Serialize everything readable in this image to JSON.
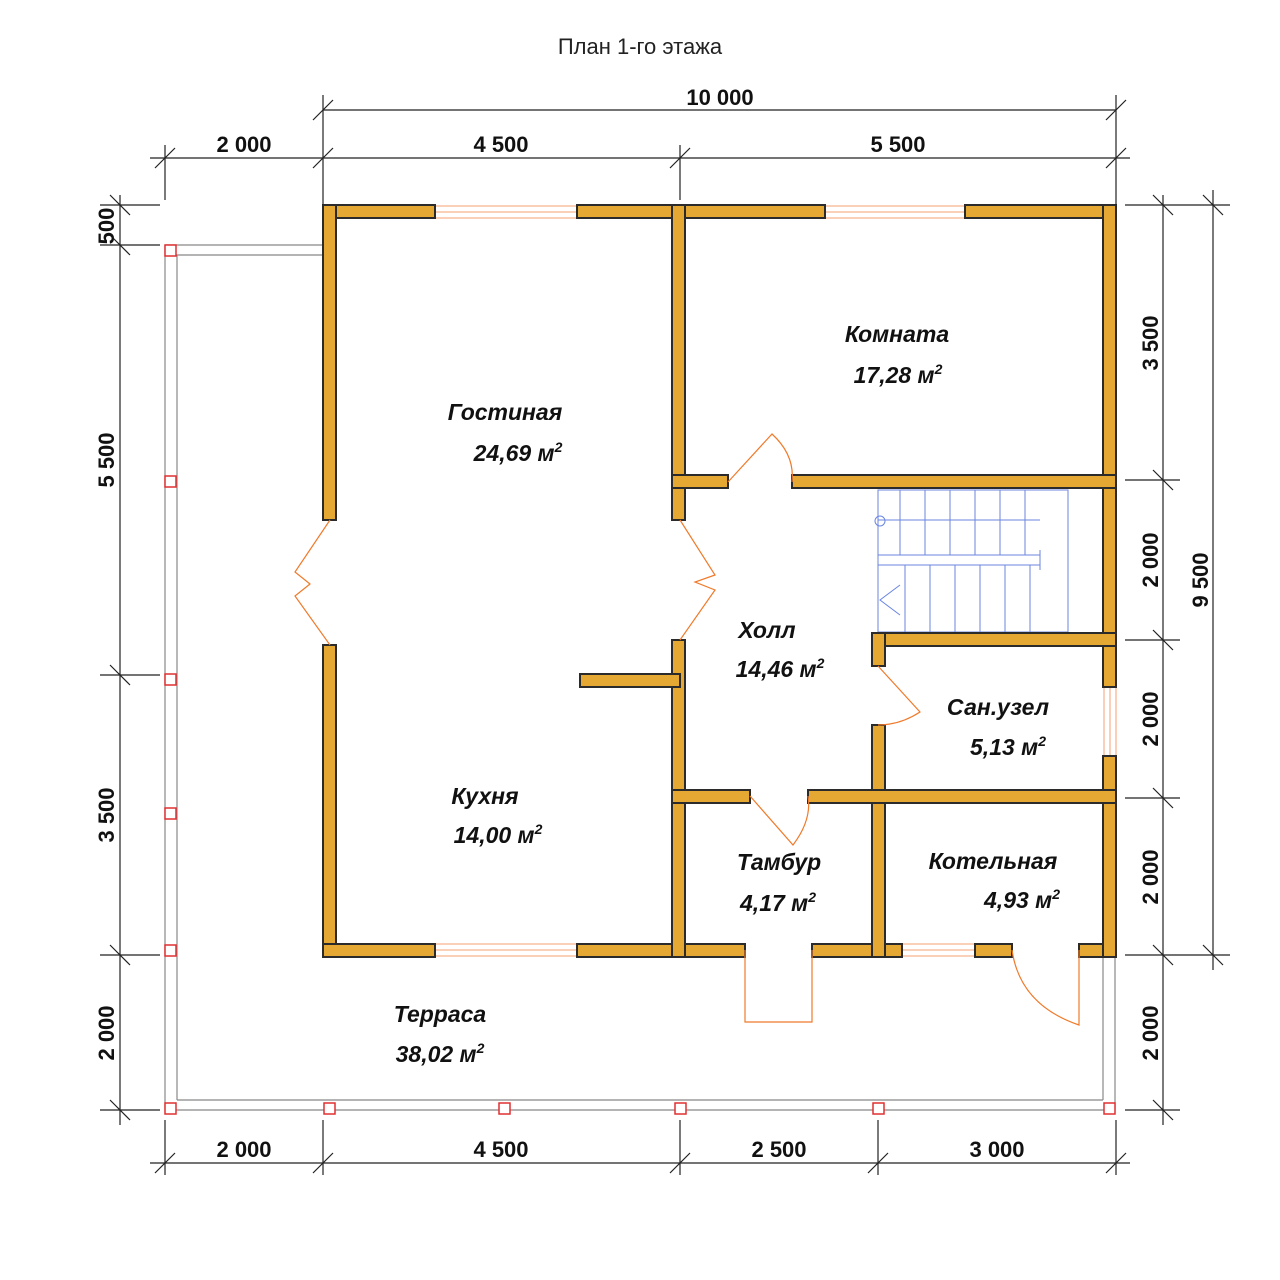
{
  "title": "План 1-го этажа",
  "dimensions": {
    "top_total": "10 000",
    "top_terrace": "2 000",
    "top_left": "4 500",
    "top_right": "5 500",
    "bottom_1": "2 000",
    "bottom_2": "4 500",
    "bottom_3": "2 500",
    "bottom_4": "3 000",
    "left_1": "500",
    "left_2": "5 500",
    "left_3": "3 500",
    "left_4": "2 000",
    "right_1": "3 500",
    "right_2": "2 000",
    "right_3": "2 000",
    "right_4": "2 000",
    "right_5": "2 000",
    "right_total": "9 500"
  },
  "rooms": {
    "komnata": {
      "name": "Комната",
      "area": "17,28 м"
    },
    "gostinaya": {
      "name": "Гостиная",
      "area": "24,69 м"
    },
    "holl": {
      "name": "Холл",
      "area": "14,46 м"
    },
    "sanuzel": {
      "name": "Сан.узел",
      "area": "5,13 м"
    },
    "kuhnya": {
      "name": "Кухня",
      "area": "14,00 м"
    },
    "tambur": {
      "name": "Тамбур",
      "area": "4,17 м"
    },
    "kotelnaya": {
      "name": "Котельная",
      "area": "4,93 м"
    },
    "terrasa": {
      "name": "Терраса",
      "area": "38,02 м"
    }
  },
  "area_unit_superscript": "2",
  "colors": {
    "wall": "#e5a933",
    "door": "#f07a2a",
    "window": "#f4a070",
    "stairs": "#6b86e0",
    "post": "#e03030"
  }
}
